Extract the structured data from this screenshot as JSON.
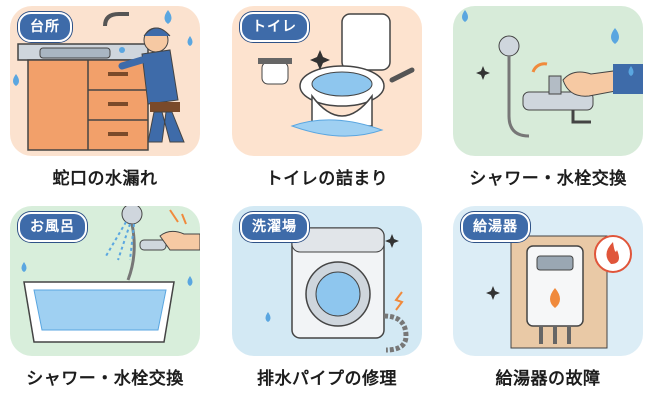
{
  "cards": [
    {
      "tag": "台所",
      "caption": "蛇口の水漏れ",
      "bg": "#fbe2cf"
    },
    {
      "tag": "トイレ",
      "caption": "トイレの詰まり",
      "bg": "#fde3cf"
    },
    {
      "tag": "",
      "caption": "シャワー・水栓交換",
      "bg": "#d7ebd9"
    },
    {
      "tag": "お風呂",
      "caption": "シャワー・水栓交換",
      "bg": "#d8eedb"
    },
    {
      "tag": "洗濯場",
      "caption": "排水パイプの修理",
      "bg": "#d3e9f4"
    },
    {
      "tag": "給湯器",
      "caption": "給湯器の故障",
      "bg": "#dcedf6"
    }
  ],
  "colors": {
    "tag_bg": "#3e6ba9",
    "water": "#5aa6e0",
    "accent": "#f08a3c"
  }
}
